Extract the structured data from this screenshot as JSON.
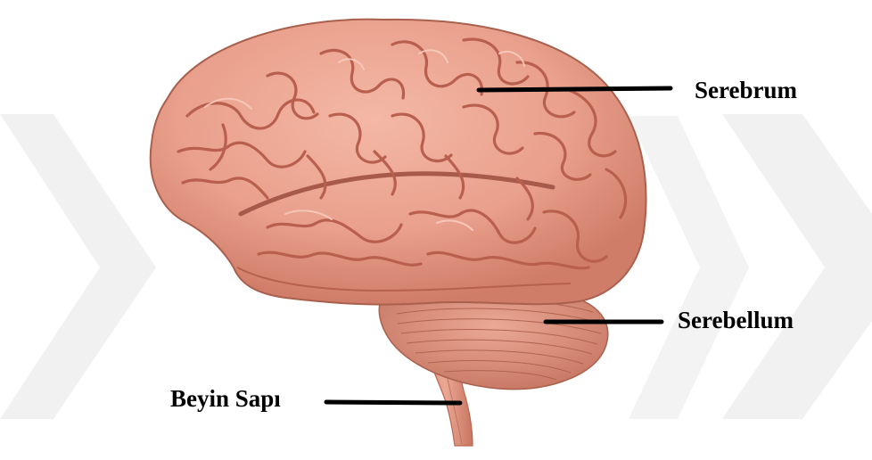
{
  "labels": {
    "cerebrum": "Serebrum",
    "cerebellum": "Serebellum",
    "brainstem": "Beyin Sapı"
  },
  "colors": {
    "brain_fill": "#e9a08c",
    "brain_shade": "#c9705e",
    "sulcus": "#b85f4f",
    "highlight": "#f6c5b5",
    "watermark": "#eeeeee",
    "leader_line": "#000000"
  }
}
